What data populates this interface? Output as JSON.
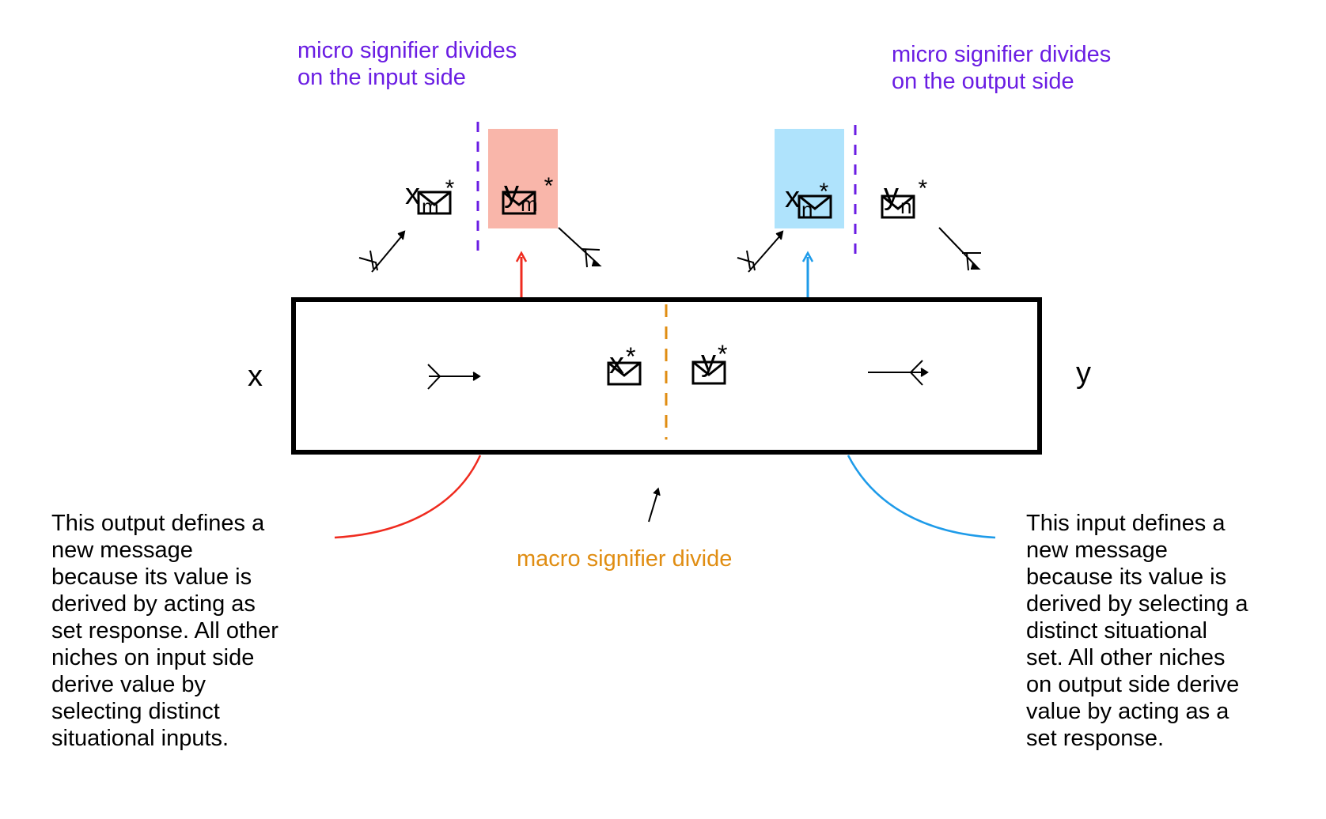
{
  "labels": {
    "micro_input": "micro signifier divides\non the input side",
    "micro_output": "micro signifier divides\non the output side",
    "macro": "macro signifier divide"
  },
  "vars": {
    "x_main": "x",
    "y_main": "y",
    "x_star": {
      "base": "x",
      "star": "*"
    },
    "y_star": {
      "base": "y",
      "star": "*"
    },
    "xm_star": {
      "base": "x",
      "sub": "m",
      "star": "*"
    },
    "ym_star": {
      "base": "y",
      "sub": "m",
      "star": "*"
    },
    "xn_star": {
      "base": "x",
      "sub": "n",
      "star": "*"
    },
    "yn_star": {
      "base": "y",
      "sub": "n",
      "star": "*"
    }
  },
  "notes": {
    "left": "This output defines a\nnew message\nbecause its value is\nderived by acting as\nset response. All other\nniches on input side\nderive value by\nselecting distinct\nsituational inputs.",
    "right": "This input defines a\nnew message\nbecause its value is\nderived by selecting a\ndistinct situational\nset. All other niches\non output side derive\nvalue by acting as a\nset response."
  },
  "colors": {
    "purple": "#6a1de3",
    "orange": "#e08d12",
    "red": "#ef2b1f",
    "blue": "#1e9be9",
    "salmon_box": "#f9b6aa",
    "sky_box": "#afe3fc"
  },
  "icons": [
    "envelope-icon",
    "arrow-icon"
  ]
}
